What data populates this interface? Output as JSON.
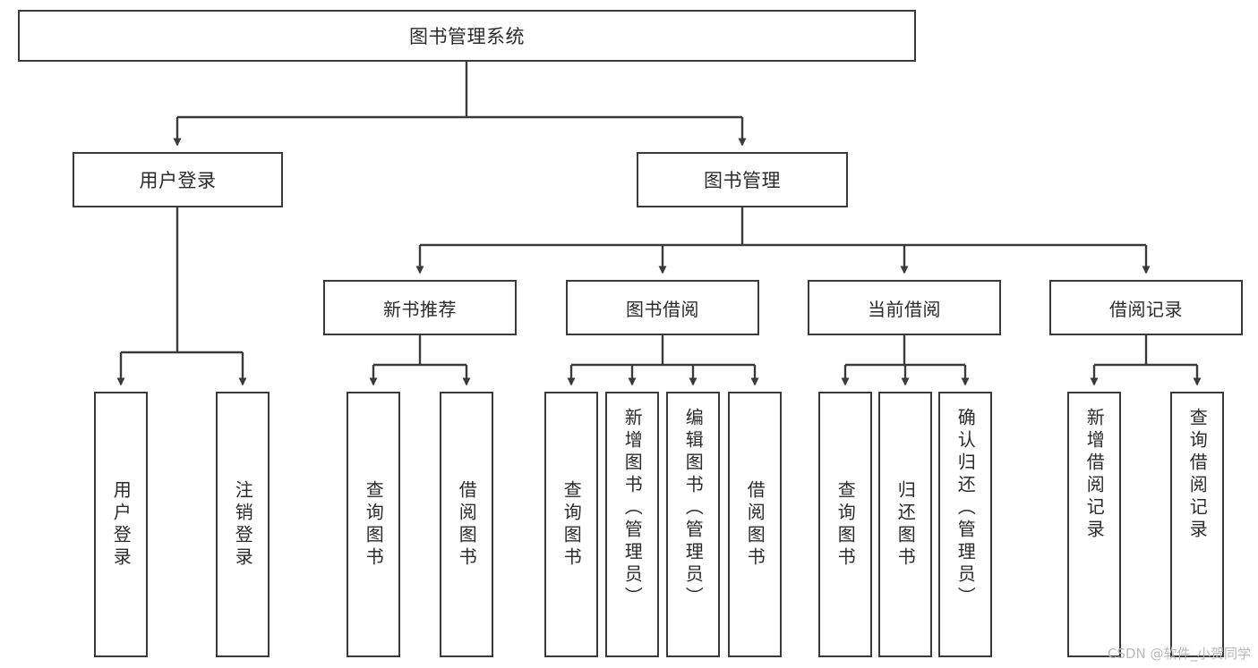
{
  "diagram": {
    "title": "图书管理系统",
    "type": "tree-hierarchy",
    "watermark": "CSDN @软件_小贺同学",
    "colors": {
      "stroke": "#3a3a3a",
      "fill": "#ffffff",
      "text": "#2b2b2b",
      "watermark": "#b9b9b9"
    },
    "root": {
      "label": "图书管理系统"
    },
    "level1": [
      {
        "label": "用户登录"
      },
      {
        "label": "图书管理"
      }
    ],
    "level2": [
      {
        "label": "新书推荐"
      },
      {
        "label": "图书借阅"
      },
      {
        "label": "当前借阅"
      },
      {
        "label": "借阅记录"
      }
    ],
    "leaves": {
      "user_login": [
        {
          "label": "用户登录"
        },
        {
          "label": "注销登录"
        }
      ],
      "new_book_recommend": [
        {
          "label": "查询图书"
        },
        {
          "label": "借阅图书"
        }
      ],
      "book_borrow": [
        {
          "label": "查询图书"
        },
        {
          "label": "新增图书（管理员）"
        },
        {
          "label": "编辑图书（管理员）"
        },
        {
          "label": "借阅图书"
        }
      ],
      "current_borrow": [
        {
          "label": "查询图书"
        },
        {
          "label": "归还图书"
        },
        {
          "label": "确认归还（管理员）"
        }
      ],
      "borrow_record": [
        {
          "label": "新增借阅记录"
        },
        {
          "label": "查询借阅记录"
        }
      ]
    }
  }
}
